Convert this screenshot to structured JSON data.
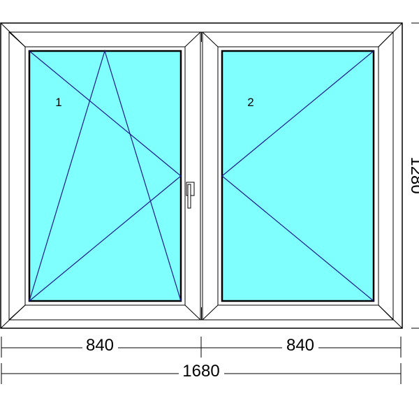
{
  "diagram": {
    "type": "window-elevation",
    "colors": {
      "glass": "#80ffff",
      "frame": "#ffffff",
      "outline": "#000000",
      "sash_line": "#1a1a8c",
      "dimension": "#000000"
    },
    "sashes": [
      {
        "number": "1",
        "opening": "tilt-and-turn",
        "hinge_side": "left"
      },
      {
        "number": "2",
        "opening": "turn",
        "hinge_side": "right"
      }
    ],
    "dimensions": {
      "sash_widths": [
        "840",
        "840"
      ],
      "total_width": "1680",
      "height": "1280"
    }
  }
}
